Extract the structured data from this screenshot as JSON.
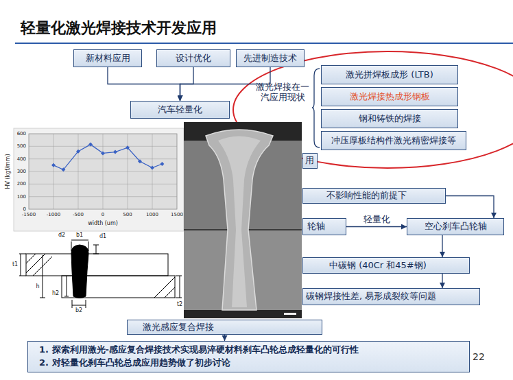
{
  "diagram": {
    "title": "轻量化激光焊接技术开发应用",
    "nodes": [
      {
        "text": [
          "新材料应用"
        ]
      },
      {
        "text": [
          "设计优化"
        ]
      },
      {
        "text": [
          "先进制造技术"
        ]
      },
      {
        "text": [
          "汽车轻量化"
        ]
      },
      {
        "text": [
          "激光拼焊板成形 (LTB)"
        ]
      },
      {
        "text": [
          "激光焊接热成形钢板"
        ]
      },
      {
        "text": [
          "钢和铸铁的焊接"
        ]
      },
      {
        "text": [
          "冲压厚板结构件激光精密焊接等"
        ]
      },
      {
        "text": [
          "用"
        ]
      },
      {
        "text": [
          "不影响性能的前提下"
        ]
      },
      {
        "text": [
          "轮轴"
        ]
      },
      {
        "text": [
          "空心刹车凸轮轴"
        ]
      },
      {
        "text": [
          "中碳钢 (40Cr 和45#钢)"
        ]
      },
      {
        "text": [
          "碳钢焊接性差, 易形成裂纹等问题"
        ]
      },
      {
        "text": [
          "激光感应复合焊接"
        ]
      },
      {
        "text": [
          "1. 探索利用激光-感应复合焊接技术实现易淬硬材料刹车凸轮总成轻量化的可行性",
          "2. 对轻量化刹车凸轮总成应用趋势做了初步讨论"
        ]
      }
    ],
    "edges": [
      {
        "from": 0,
        "to": 3,
        "arrow": "to"
      },
      {
        "from": 1,
        "to": 3,
        "arrow": "to"
      },
      {
        "from": 2,
        "to": 3,
        "arrow": "to"
      },
      {
        "from": 9,
        "to": 11,
        "arrow": "to"
      },
      {
        "from": 10,
        "to": 11,
        "label": "轻量化",
        "arrow": "to"
      },
      {
        "from": 11,
        "to": 12,
        "arrow": "to"
      },
      {
        "from": 12,
        "to": 13,
        "arrow": "to"
      },
      {
        "from": 14,
        "to": 15,
        "arrow": "to"
      }
    ],
    "labels": [
      "激光焊接在一汽应用现状",
      "600",
      "500",
      "400",
      "300",
      "200",
      "100",
      "0",
      "-1500",
      "-1000",
      "-500",
      "0",
      "500",
      "1000",
      "1500",
      "width (um)",
      "HV (kgf/mm)",
      "d2",
      "b1",
      "d1",
      "t1",
      "h",
      "h2",
      "b2",
      "t2",
      "22"
    ]
  }
}
